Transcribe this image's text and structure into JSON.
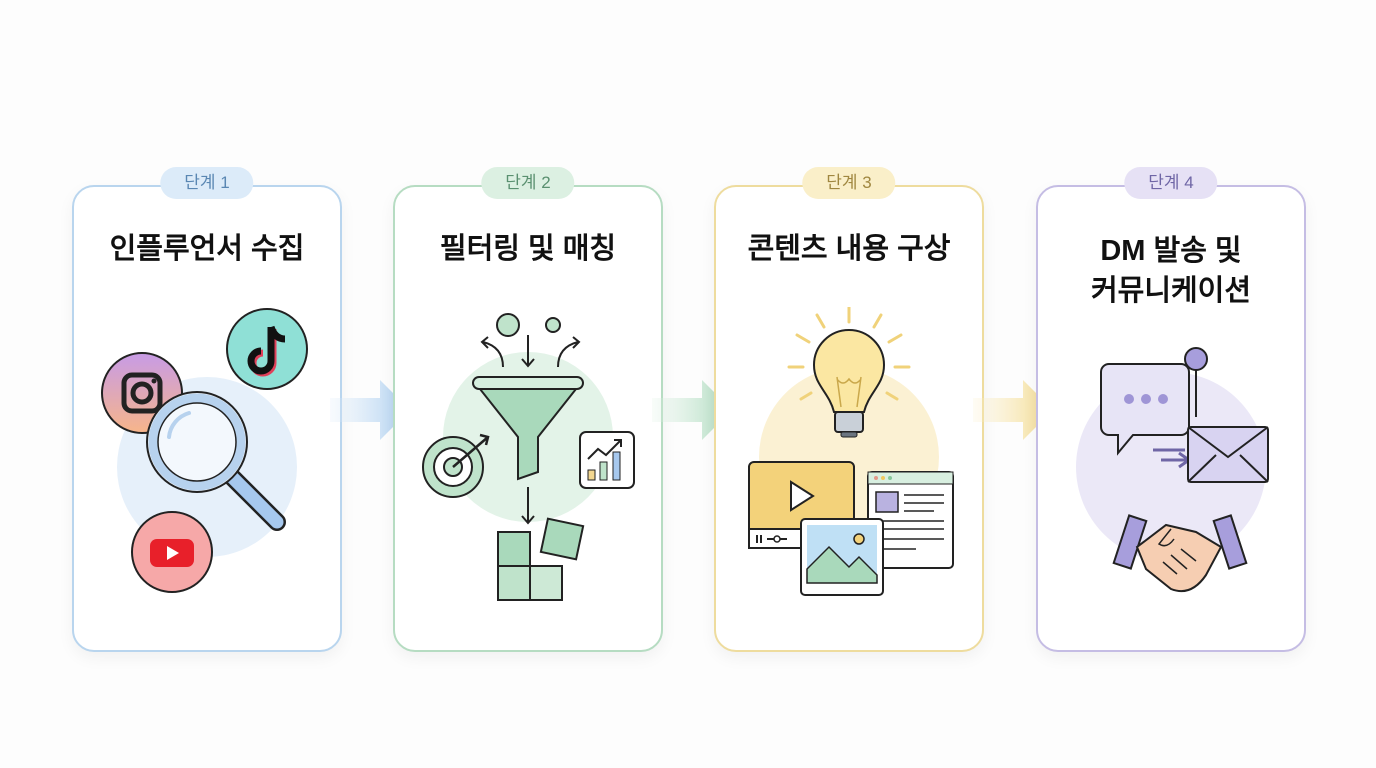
{
  "steps": [
    {
      "badge": "단계 1",
      "title": "인플루언서 수집",
      "color": "#9cc3e6",
      "badge_bg": "#dcebf9",
      "badge_text": "#4f7fae",
      "icons": [
        "instagram-icon",
        "tiktok-icon",
        "youtube-icon",
        "magnifier-icon"
      ]
    },
    {
      "badge": "단계 2",
      "title": "필터링 및 매칭",
      "color": "#a9d6b8",
      "badge_bg": "#dcf0e2",
      "badge_text": "#4f8a63",
      "icons": [
        "funnel-icon",
        "target-icon",
        "chart-icon",
        "puzzle-icon"
      ]
    },
    {
      "badge": "단계 3",
      "title": "콘텐츠 내용 구상",
      "color": "#ecd68e",
      "badge_bg": "#faefc9",
      "badge_text": "#9c8236",
      "icons": [
        "lightbulb-icon",
        "video-icon",
        "webpage-icon",
        "image-icon"
      ]
    },
    {
      "badge": "단계 4",
      "title_line1": "DM 발송 및",
      "title_line2": "커뮤니케이션",
      "color": "#b8b0dc",
      "badge_bg": "#e6e1f5",
      "badge_text": "#6a5fa3",
      "icons": [
        "chat-bubble-icon",
        "envelope-icon",
        "handshake-icon"
      ]
    }
  ]
}
